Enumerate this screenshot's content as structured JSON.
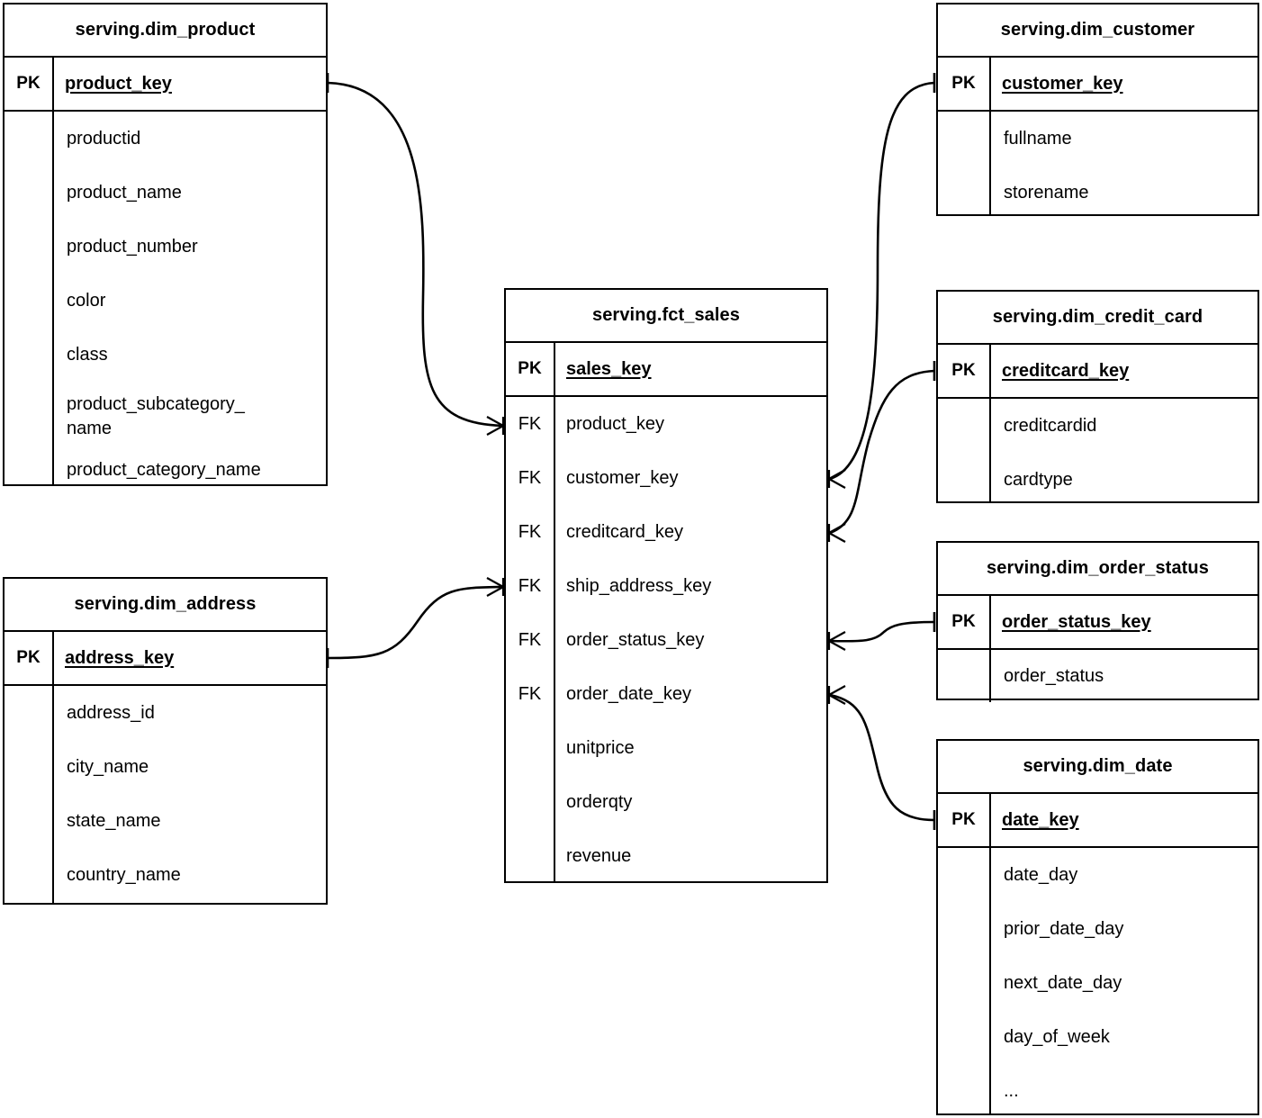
{
  "diagram": {
    "type": "erd",
    "title": "",
    "notation": "crow's foot",
    "line_color": "#000000",
    "background_color": "#ffffff",
    "entities": [
      {
        "id": "dim_product",
        "name": "serving.dim_product",
        "primary_key": {
          "marker": "PK",
          "name": "product_key"
        },
        "attributes": [
          "productid",
          "product_name",
          "product_number",
          "color",
          "class",
          "product_subcategory_\nname",
          "product_category_name"
        ]
      },
      {
        "id": "dim_address",
        "name": "serving.dim_address",
        "primary_key": {
          "marker": "PK",
          "name": "address_key"
        },
        "attributes": [
          "address_id",
          "city_name",
          "state_name",
          "country_name"
        ]
      },
      {
        "id": "fct_sales",
        "name": "serving.fct_sales",
        "primary_key": {
          "marker": "PK",
          "name": "sales_key"
        },
        "foreign_keys": [
          {
            "marker": "FK",
            "name": "product_key"
          },
          {
            "marker": "FK",
            "name": "customer_key"
          },
          {
            "marker": "FK",
            "name": "creditcard_key"
          },
          {
            "marker": "FK",
            "name": "ship_address_key"
          },
          {
            "marker": "FK",
            "name": "order_status_key"
          },
          {
            "marker": "FK",
            "name": "order_date_key"
          }
        ],
        "measures": [
          "unitprice",
          "orderqty",
          "revenue"
        ]
      },
      {
        "id": "dim_customer",
        "name": "serving.dim_customer",
        "primary_key": {
          "marker": "PK",
          "name": "customer_key"
        },
        "attributes": [
          "fullname",
          "storename"
        ]
      },
      {
        "id": "dim_credit_card",
        "name": "serving.dim_credit_card",
        "primary_key": {
          "marker": "PK",
          "name": "creditcard_key"
        },
        "attributes": [
          "creditcardid",
          "cardtype"
        ]
      },
      {
        "id": "dim_order_status",
        "name": "serving.dim_order_status",
        "primary_key": {
          "marker": "PK",
          "name": "order_status_key"
        },
        "attributes": [
          "order_status"
        ]
      },
      {
        "id": "dim_date",
        "name": "serving.dim_date",
        "primary_key": {
          "marker": "PK",
          "name": "date_key"
        },
        "attributes": [
          "date_day",
          "prior_date_day",
          "next_date_day",
          "day_of_week",
          "..."
        ]
      }
    ],
    "relationships": [
      {
        "from": "dim_product",
        "from_field": "product_key",
        "from_card": "one",
        "to": "fct_sales",
        "to_field": "product_key",
        "to_card": "many"
      },
      {
        "from": "dim_address",
        "from_field": "address_key",
        "from_card": "one",
        "to": "fct_sales",
        "to_field": "ship_address_key",
        "to_card": "many"
      },
      {
        "from": "dim_customer",
        "from_field": "customer_key",
        "from_card": "one",
        "to": "fct_sales",
        "to_field": "customer_key",
        "to_card": "many"
      },
      {
        "from": "dim_credit_card",
        "from_field": "creditcard_key",
        "from_card": "one",
        "to": "fct_sales",
        "to_field": "creditcard_key",
        "to_card": "many"
      },
      {
        "from": "dim_order_status",
        "from_field": "order_status_key",
        "from_card": "one",
        "to": "fct_sales",
        "to_field": "order_status_key",
        "to_card": "many"
      },
      {
        "from": "dim_date",
        "from_field": "date_key",
        "from_card": "one",
        "to": "fct_sales",
        "to_field": "order_date_key",
        "to_card": "many"
      }
    ]
  }
}
